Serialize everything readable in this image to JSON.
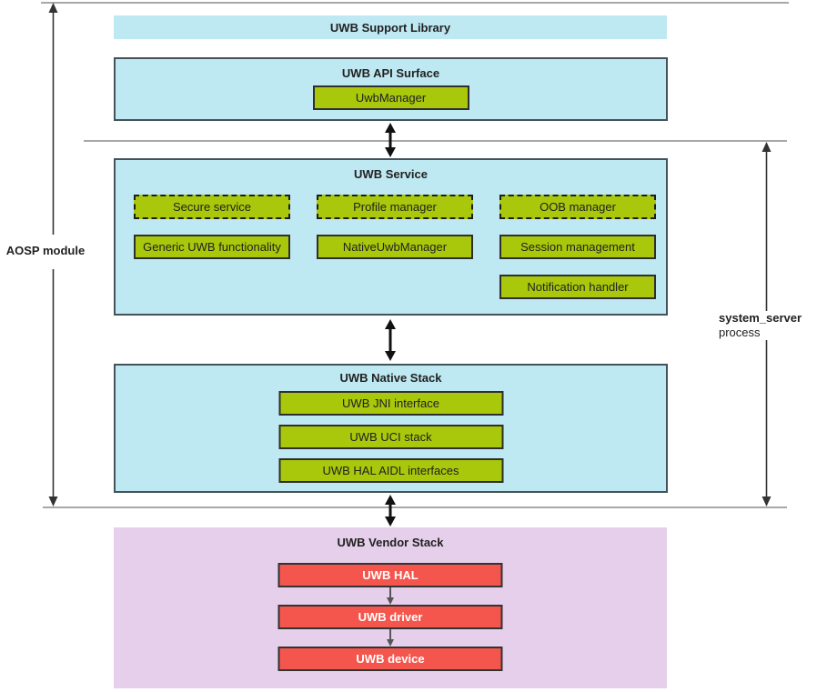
{
  "labels": {
    "aosp_module": "AOSP module",
    "system_server": "system_server",
    "process": "process"
  },
  "support_library": {
    "title": "UWB Support Library"
  },
  "api_surface": {
    "title": "UWB API Surface",
    "uwb_manager": "UwbManager"
  },
  "uwb_service": {
    "title": "UWB Service",
    "secure_service": "Secure service",
    "profile_manager": "Profile manager",
    "oob_manager": "OOB manager",
    "generic_uwb_functionality": "Generic UWB functionality",
    "native_uwb_manager": "NativeUwbManager",
    "session_management": "Session management",
    "notification_handler": "Notification handler"
  },
  "native_stack": {
    "title": "UWB Native Stack",
    "jni_interface": "UWB JNI interface",
    "uci_stack": "UWB UCI stack",
    "hal_aidl_interfaces": "UWB HAL AIDL interfaces"
  },
  "vendor_stack": {
    "title": "UWB Vendor Stack",
    "uwb_hal": "UWB HAL",
    "uwb_driver": "UWB driver",
    "uwb_device": "UWB device"
  },
  "colors": {
    "layer_fill": "#bfe9f2",
    "layer_border": "#44535a",
    "module_fill": "#a9c70b",
    "module_border": "#2e2e2e",
    "vendor_fill": "#e5cfea",
    "vendor_module_fill": "#f4564d",
    "vendor_module_text": "#ffffff",
    "divider": "#a8a8a8",
    "arrow": "#111111",
    "text": "#212121"
  }
}
